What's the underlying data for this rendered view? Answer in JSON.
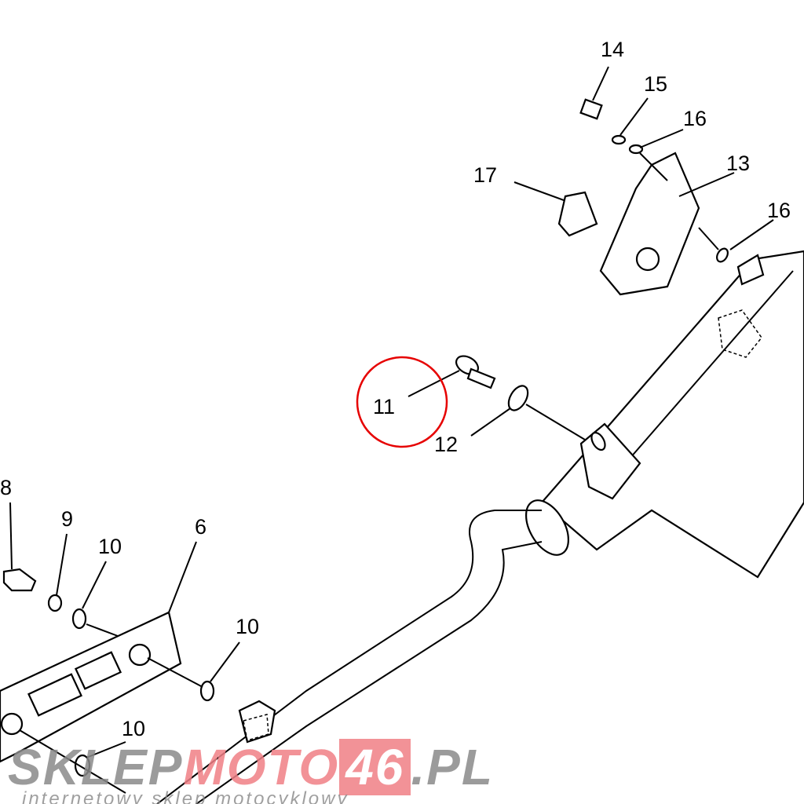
{
  "diagram": {
    "labels": {
      "p14": "14",
      "p15": "15",
      "p16a": "16",
      "p13": "13",
      "p17": "17",
      "p16b": "16",
      "p11": "11",
      "p12": "12",
      "p8": "8",
      "p9": "9",
      "p10a": "10",
      "p6": "6",
      "p10b": "10",
      "p10c": "10"
    },
    "highlight": {
      "part": "11",
      "color": "#e60000"
    }
  },
  "watermark": {
    "part1": "SKLEP",
    "part2": "MOTO",
    "part3": "46",
    "part4": ".PL",
    "tagline": "internetowy sklep motocyklowy",
    "grey": "#8a8a8a",
    "red": "#f07f86"
  }
}
